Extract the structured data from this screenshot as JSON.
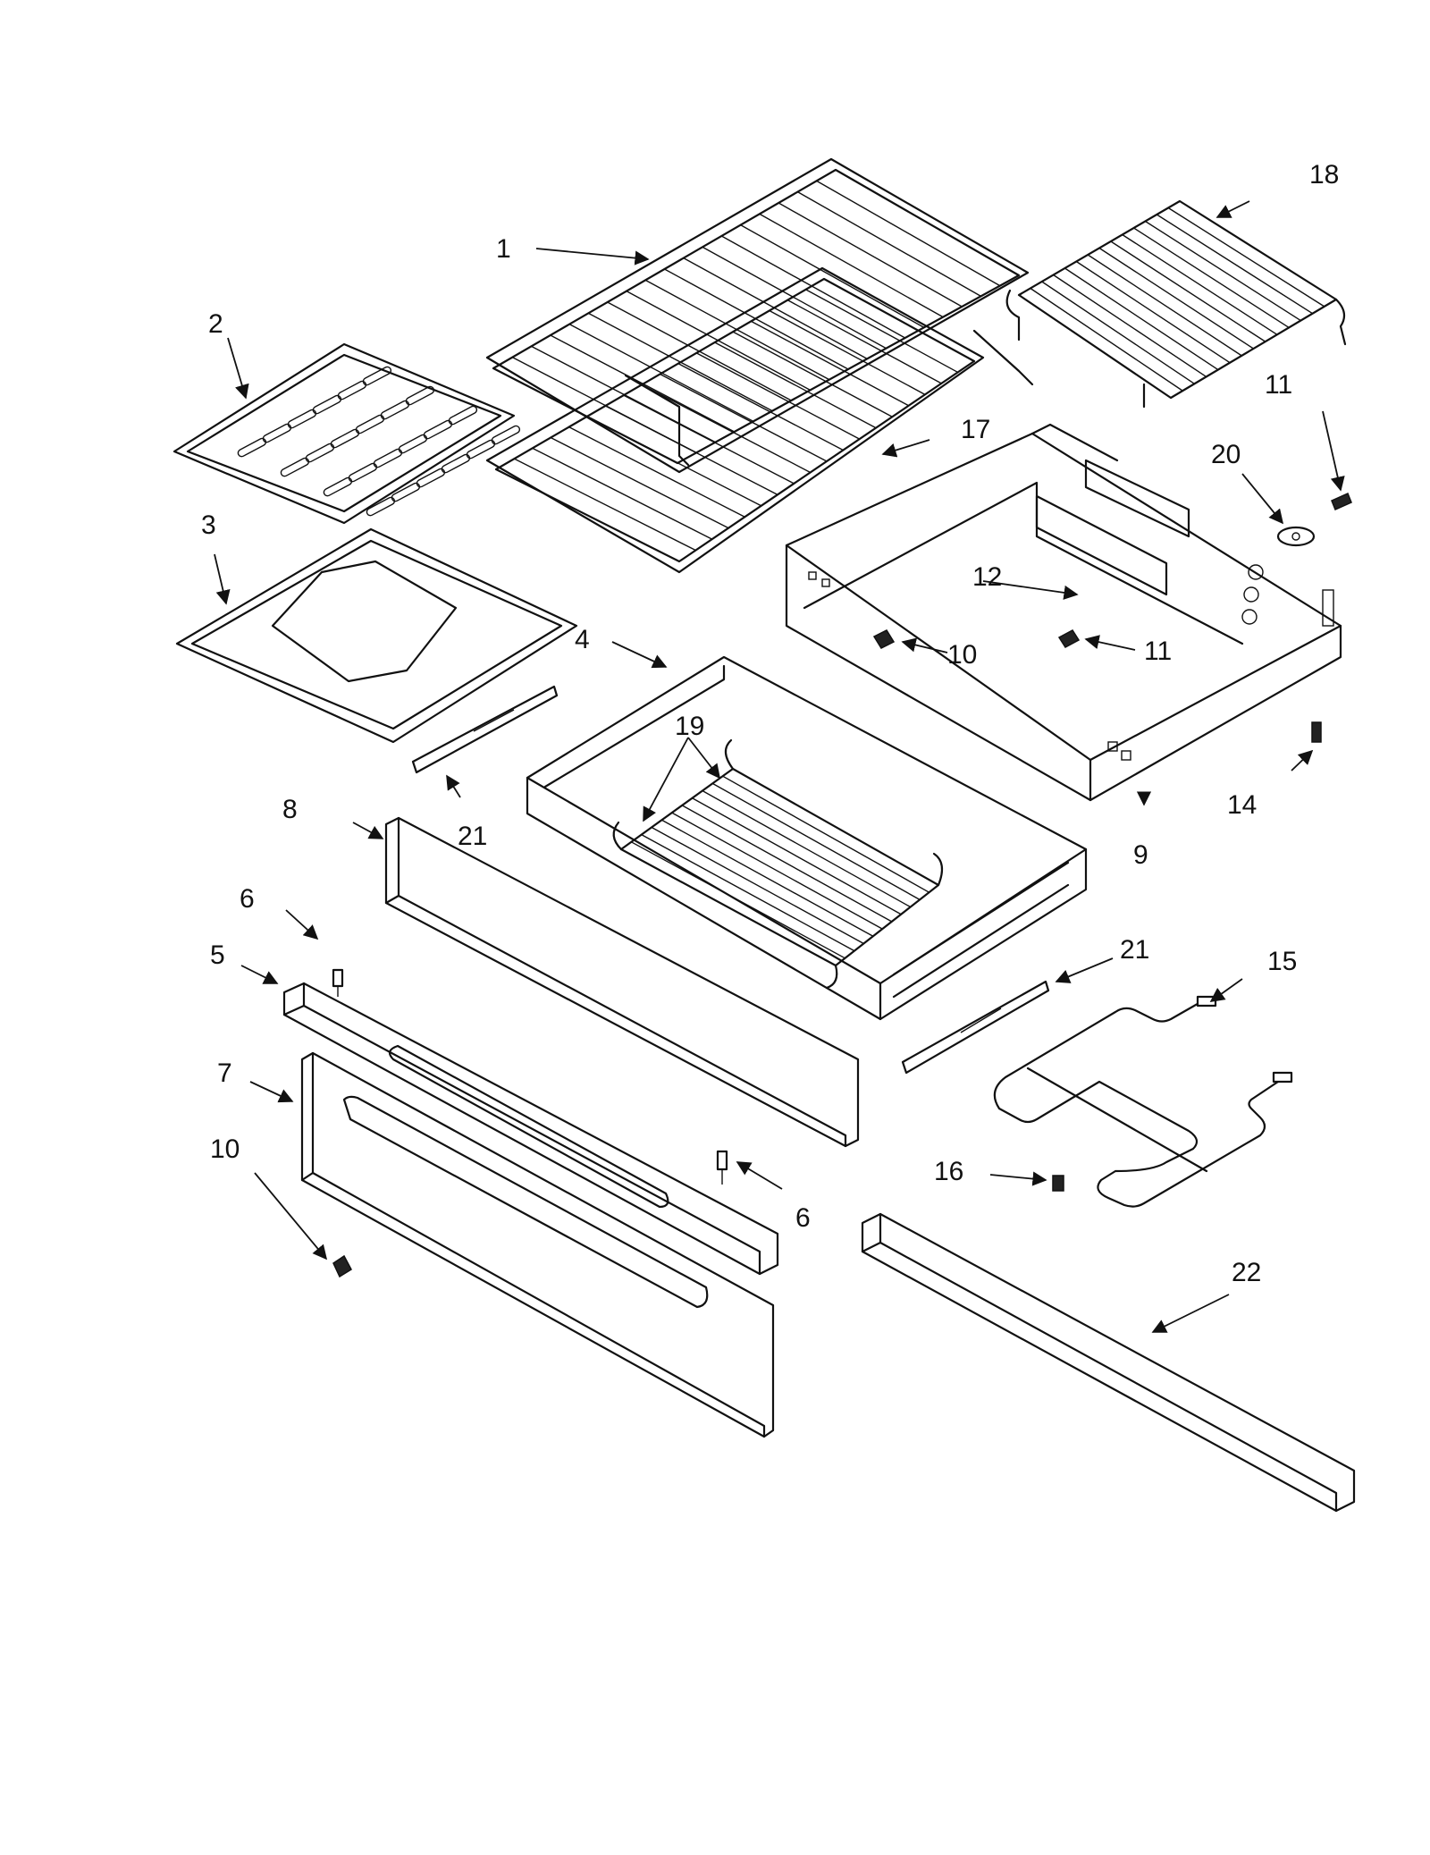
{
  "callouts": [
    {
      "id": "1",
      "label": "1"
    },
    {
      "id": "2",
      "label": "2"
    },
    {
      "id": "3",
      "label": "3"
    },
    {
      "id": "4",
      "label": "4"
    },
    {
      "id": "5",
      "label": "5"
    },
    {
      "id": "6a",
      "label": "6"
    },
    {
      "id": "6b",
      "label": "6"
    },
    {
      "id": "7",
      "label": "7"
    },
    {
      "id": "8",
      "label": "8"
    },
    {
      "id": "9",
      "label": "9"
    },
    {
      "id": "10a",
      "label": "10"
    },
    {
      "id": "10b",
      "label": "10"
    },
    {
      "id": "11a",
      "label": "11"
    },
    {
      "id": "11b",
      "label": "11"
    },
    {
      "id": "12",
      "label": "12"
    },
    {
      "id": "14",
      "label": "14"
    },
    {
      "id": "15",
      "label": "15"
    },
    {
      "id": "16",
      "label": "16"
    },
    {
      "id": "17",
      "label": "17"
    },
    {
      "id": "18",
      "label": "18"
    },
    {
      "id": "19",
      "label": "19"
    },
    {
      "id": "20",
      "label": "20"
    },
    {
      "id": "21a",
      "label": "21"
    },
    {
      "id": "21b",
      "label": "21"
    },
    {
      "id": "22",
      "label": "22"
    }
  ]
}
